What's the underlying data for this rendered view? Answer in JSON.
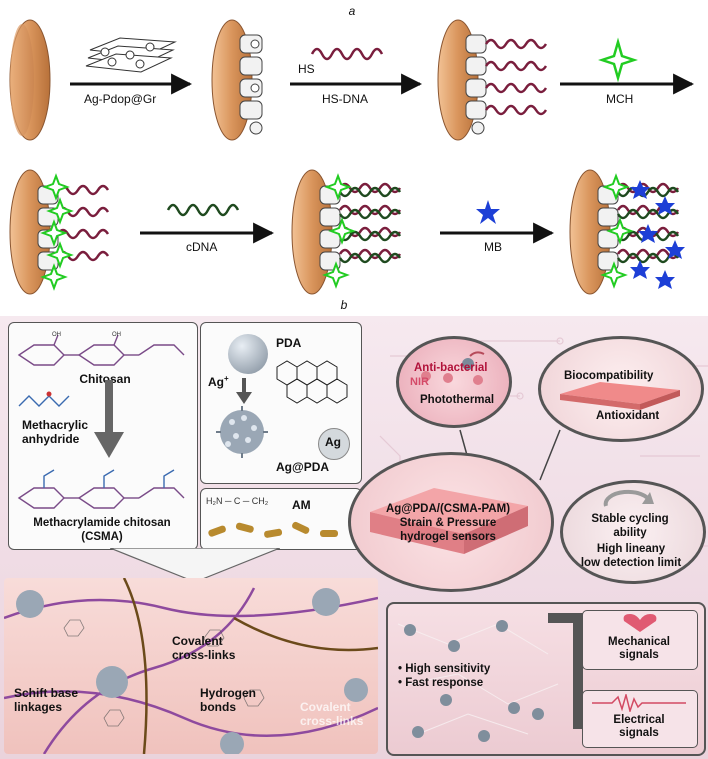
{
  "panel_a": {
    "label": "a",
    "step1_label": "Ag-Pdop@Gr",
    "hs_prefix": "HS",
    "step2_label": "HS-DNA",
    "step3_label": "MCH",
    "step4_label": "cDNA",
    "step5_label": "MB"
  },
  "panel_b": {
    "label": "b",
    "chitosan": "Chitosan",
    "methacrylic": "Methacrylic anhydride",
    "csma_line1": "Methacrylamide chitosan",
    "csma_line2": "(CSMA)",
    "pda": "PDA",
    "ag_plus": "Ag",
    "ag_plus_sup": "+",
    "ag": "Ag",
    "ag_pda": "Ag@PDA",
    "am": "AM",
    "antibacterial": "Anti-bacterial",
    "nir": "NIR",
    "photothermal": "Photothermal",
    "biocompat": "Biocompatibility",
    "antioxidant": "Antioxidant",
    "sensor_line1": "Ag@PDA/(CSMA-PAM)",
    "sensor_line2": "Strain & Pressure",
    "sensor_line3": "hydrogel sensors",
    "stable_line1": "Stable cycling",
    "stable_line2": "ability",
    "linear_line1": "High lineany",
    "linear_line2": "low detection limit",
    "covalent_line1": "Covalent",
    "covalent_line2": "cross-links",
    "schift_line1": "Schift base",
    "schift_line2": "linkages",
    "hydrogen_line1": "Hydrogen",
    "hydrogen_line2": "bonds",
    "covalent_wm_line1": "Covalent",
    "covalent_wm_line2": "cross-links",
    "bullet1": "• High sensitivity",
    "bullet2": "• Fast response",
    "mech_line1": "Mechanical",
    "mech_line2": "signals",
    "elec_line1": "Electrical",
    "elec_line2": "signals"
  },
  "colors": {
    "electrode": "#d9955c",
    "dna": "#7a1e3d",
    "cdna": "#1f4a1f",
    "mch": "#22cc22",
    "mb": "#1d3fd6"
  }
}
